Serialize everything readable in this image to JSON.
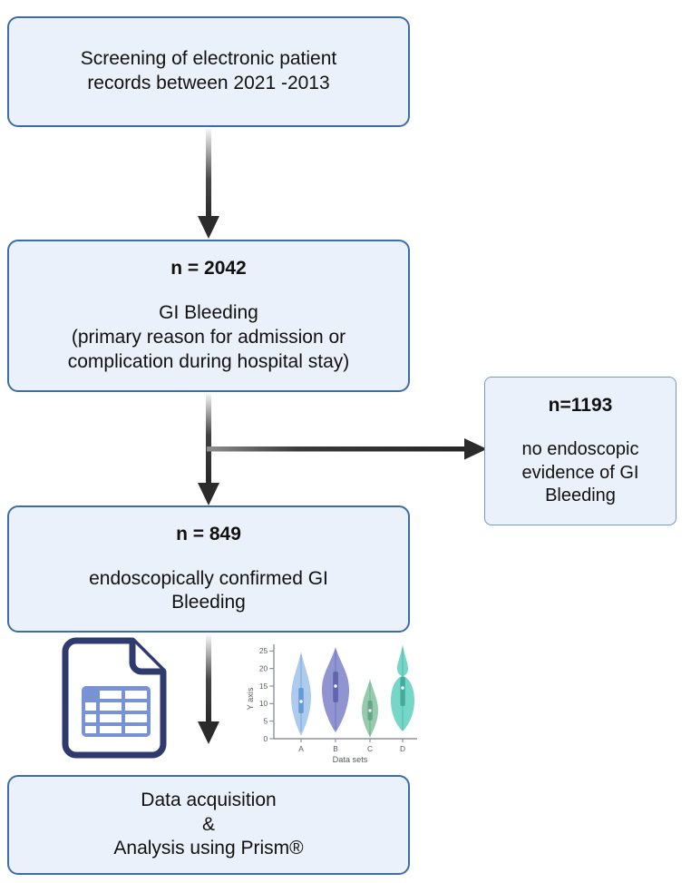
{
  "diagram": {
    "title": "GI bleeding study patient selection flowchart",
    "colors": {
      "box_fill": "#eaf1fa",
      "box_border": "#3b6ea5",
      "side_box_border": "#6f9bc8",
      "arrow_dark": "#2b2b2b",
      "arrow_light": "#f2f2f2",
      "icon_navy": "#2f3b6e",
      "icon_blue": "#7793d4"
    },
    "nodes": [
      {
        "id": "screening",
        "count": "",
        "lines": [
          "Screening of electronic patient",
          "records between 2021 -2013"
        ]
      },
      {
        "id": "gi-bleeding",
        "count": "n = 2042",
        "lines": [
          "GI Bleeding",
          "(primary reason for admission or",
          "complication during hospital stay)"
        ]
      },
      {
        "id": "no-evidence",
        "count": "n=1193",
        "lines": [
          "no endoscopic",
          "evidence of GI",
          "Bleeding"
        ]
      },
      {
        "id": "confirmed",
        "count": "n = 849",
        "lines": [
          "endoscopically confirmed GI",
          "Bleeding"
        ]
      },
      {
        "id": "analysis",
        "count": "",
        "lines": [
          "Data acquisition",
          "&",
          "Analysis using Prism®"
        ]
      }
    ],
    "icons": {
      "spreadsheet": "spreadsheet-document-icon",
      "violin": "violin-plot-icon",
      "arrow_down": "arrow-down-icon",
      "arrow_right": "arrow-right-icon"
    }
  },
  "chart_data": {
    "type": "violin",
    "title": "",
    "xlabel": "Data sets",
    "ylabel": "Y axis",
    "categories": [
      "A",
      "B",
      "C",
      "D"
    ],
    "yticks": [
      0,
      5,
      10,
      15,
      20,
      25
    ],
    "ylim": [
      0,
      27
    ],
    "grid": false,
    "legend": "none",
    "series": [
      {
        "name": "A",
        "color": "#a8c8ec",
        "median": 13.0,
        "q1": 10.5,
        "q3": 16.0,
        "min": 2.0,
        "max": 24.5
      },
      {
        "name": "B",
        "color": "#8a8ecf",
        "median": 16.5,
        "q1": 12.5,
        "q3": 21.0,
        "min": 4.5,
        "max": 26.5
      },
      {
        "name": "C",
        "color": "#8fc8a8",
        "median": 10.5,
        "q1": 8.0,
        "q3": 13.0,
        "min": 1.0,
        "max": 17.0
      },
      {
        "name": "D",
        "color": "#6fd4c4",
        "median": 16.5,
        "q1": 14.0,
        "q3": 19.5,
        "min": 5.5,
        "max": 27.0
      }
    ]
  }
}
